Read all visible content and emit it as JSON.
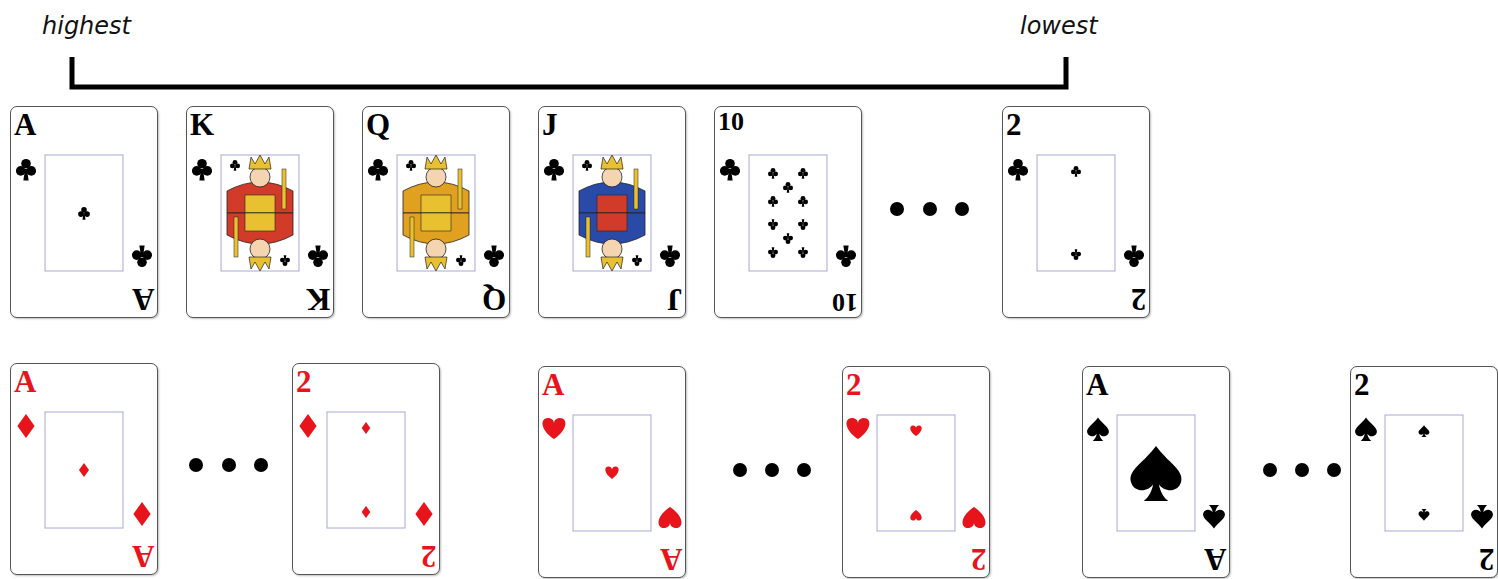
{
  "diagram": {
    "nodes": [
      {
        "text": [
          "A",
          "A"
        ]
      },
      {
        "text": [
          "K",
          "K"
        ]
      },
      {
        "text": [
          "Q",
          "Q"
        ]
      },
      {
        "text": [
          "J",
          "J"
        ]
      },
      {
        "text": [
          "10",
          "10"
        ]
      },
      {
        "text": [
          "2",
          "2"
        ]
      },
      {
        "text": [
          "A",
          "A"
        ]
      },
      {
        "text": [
          "2",
          "2"
        ]
      },
      {
        "text": [
          "A",
          "A"
        ]
      },
      {
        "text": [
          "2",
          "2"
        ]
      },
      {
        "text": [
          "A",
          "A"
        ]
      },
      {
        "text": [
          "2",
          "2"
        ]
      }
    ],
    "labels": [
      "highest",
      "lowest"
    ]
  }
}
